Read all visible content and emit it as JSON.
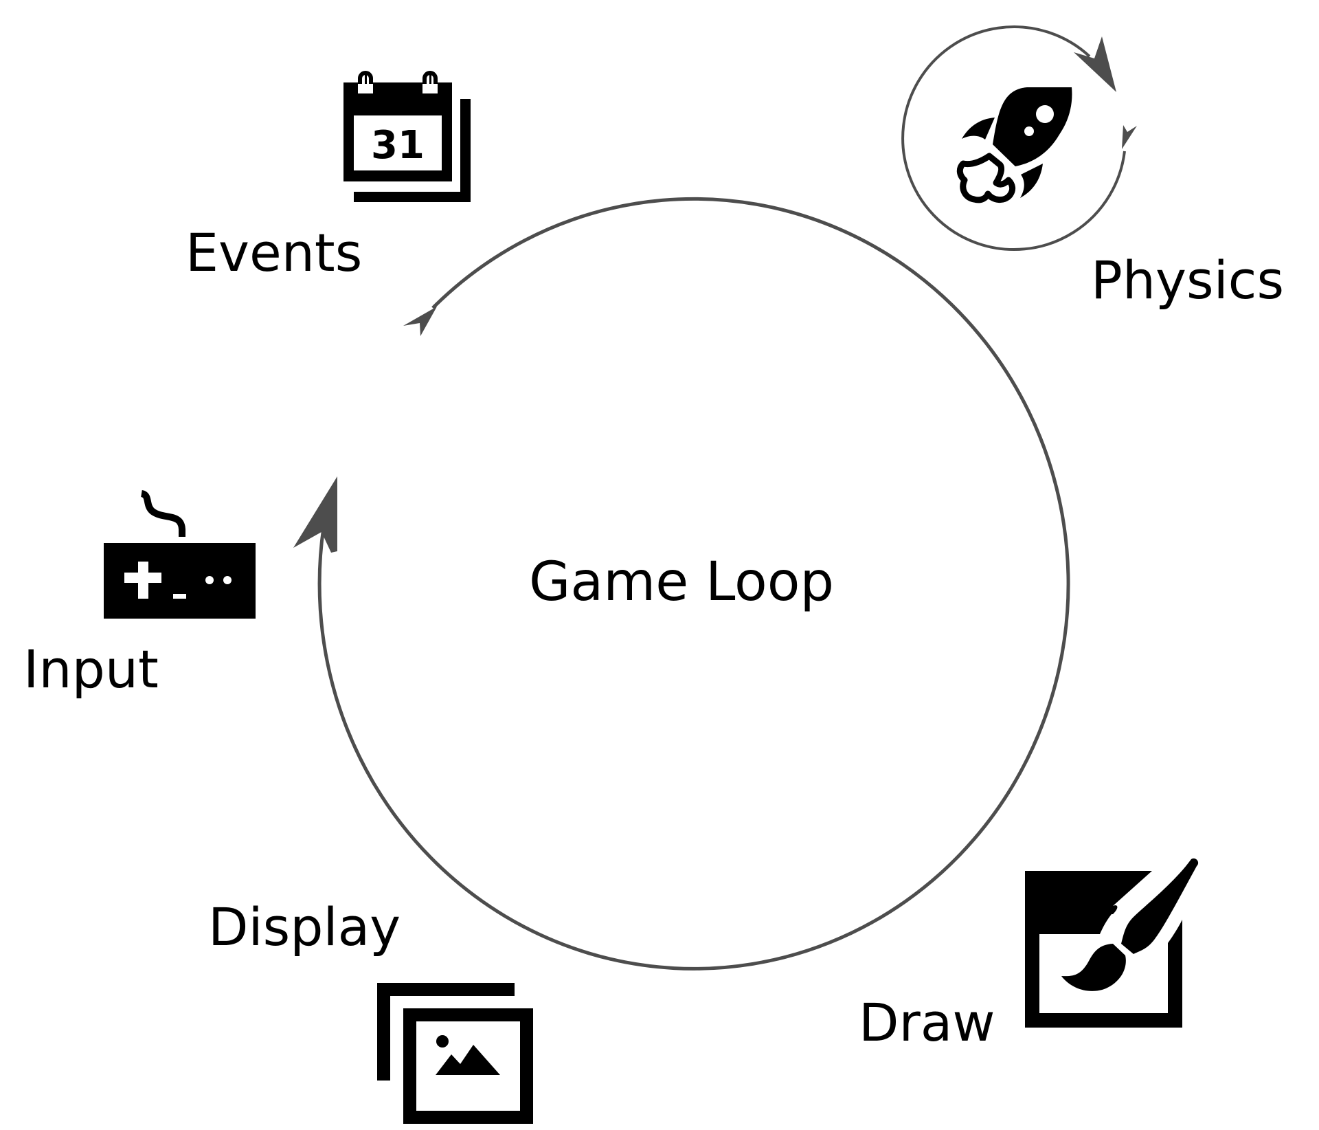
{
  "title": "Game Loop",
  "stages": [
    {
      "label": "Events",
      "icon": "calendar-icon",
      "day": "31"
    },
    {
      "label": "Physics",
      "icon": "rocket-icon"
    },
    {
      "label": "Draw",
      "icon": "paint-brush-icon"
    },
    {
      "label": "Display",
      "icon": "image-gallery-icon"
    },
    {
      "label": "Input",
      "icon": "gamepad-icon"
    }
  ],
  "colors": {
    "loop_stroke": "#4d4d4d",
    "icon_fill": "#000000",
    "text": "#000000"
  }
}
